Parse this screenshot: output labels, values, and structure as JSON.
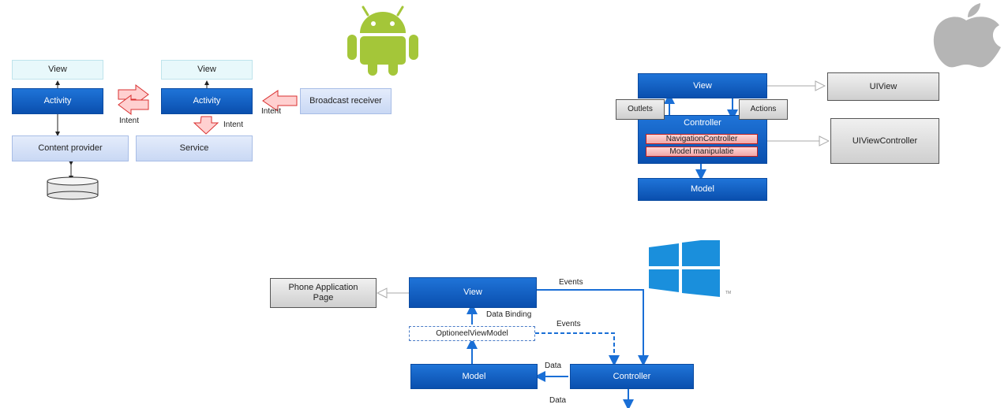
{
  "android": {
    "view_left": "View",
    "view_right": "View",
    "activity_left": "Activity",
    "activity_right": "Activity",
    "broadcast_receiver": "Broadcast receiver",
    "content_provider": "Content provider",
    "service": "Service",
    "intent_center": "Intent",
    "intent_down": "Intent",
    "intent_broadcast": "Intent",
    "logo_icon": "android-robot-icon"
  },
  "ios": {
    "view": "View",
    "controller": "Controller",
    "navigation_controller": "NavigationController",
    "model_manipulation": "Model manipulatie",
    "model": "Model",
    "outlets": "Outlets",
    "actions": "Actions",
    "uiview": "UIView",
    "uiviewcontroller": "UIViewController",
    "logo_icon": "apple-icon"
  },
  "windows": {
    "phone_application_page": "Phone Application Page",
    "view": "View",
    "optional_view_model": "OptioneelViewModel",
    "model": "Model",
    "controller": "Controller",
    "events_top": "Events",
    "events_mid": "Events",
    "data_binding": "Data Binding",
    "data_left": "Data",
    "data_bottom": "Data",
    "logo_icon": "windows-logo-icon",
    "trademark": "TM"
  },
  "colors": {
    "accent_blue": "#0a4fae",
    "intent_red": "#d93030",
    "android_green": "#a4c639",
    "gray_logo": "#b5b5b5"
  }
}
